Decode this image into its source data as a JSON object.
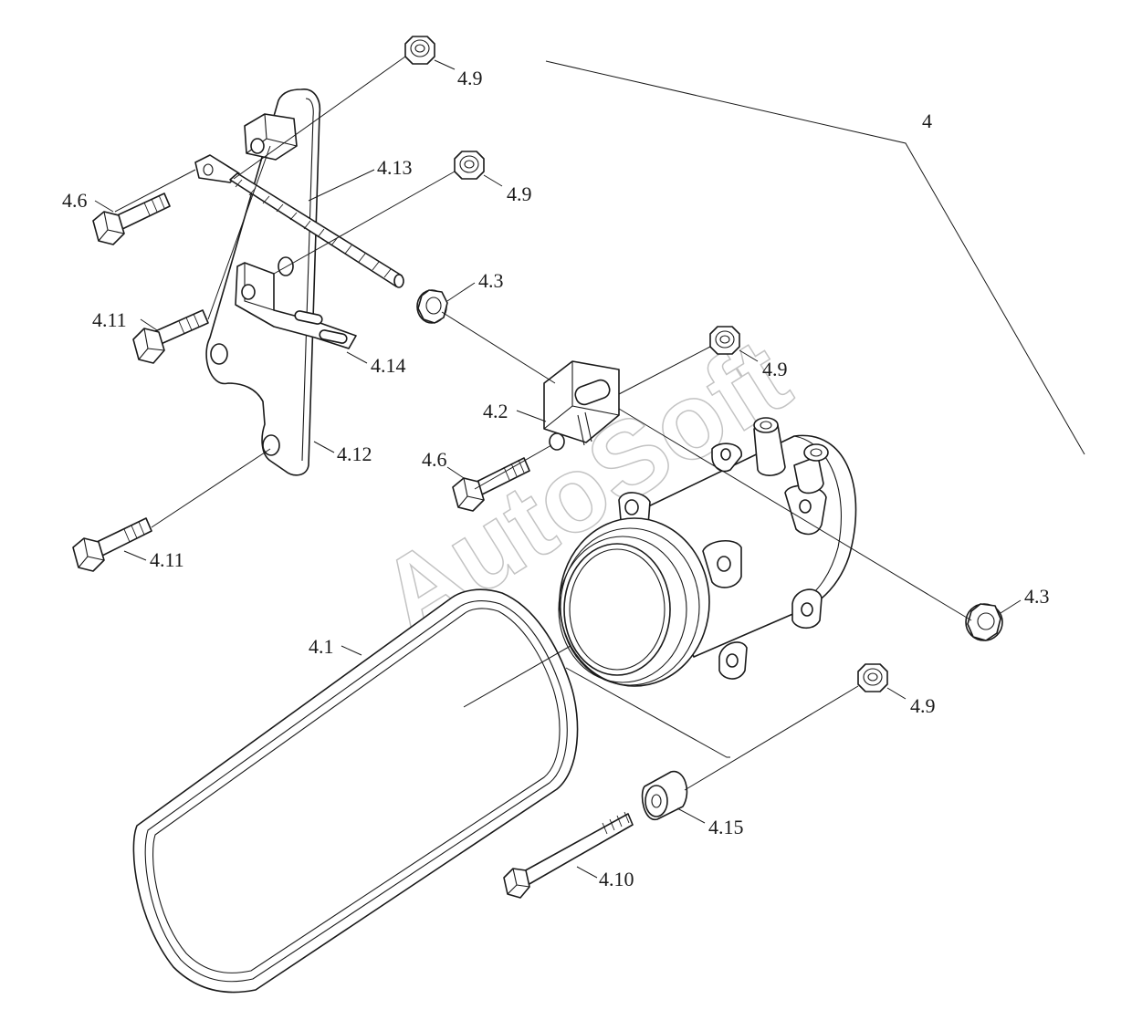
{
  "watermark": "AutoSoft",
  "callouts": {
    "assembly": "4",
    "c49_top": "4.9",
    "c49_mid": "4.9",
    "c49_right": "4.9",
    "c49_bottom": "4.9",
    "c413": "4.13",
    "c46_left": "4.6",
    "c46_mid": "4.6",
    "c43_upper": "4.3",
    "c43_lower": "4.3",
    "c411_upper": "4.11",
    "c411_lower": "4.11",
    "c414": "4.14",
    "c412": "4.12",
    "c42": "4.2",
    "c41": "4.1",
    "c415": "4.15",
    "c410": "4.10"
  }
}
